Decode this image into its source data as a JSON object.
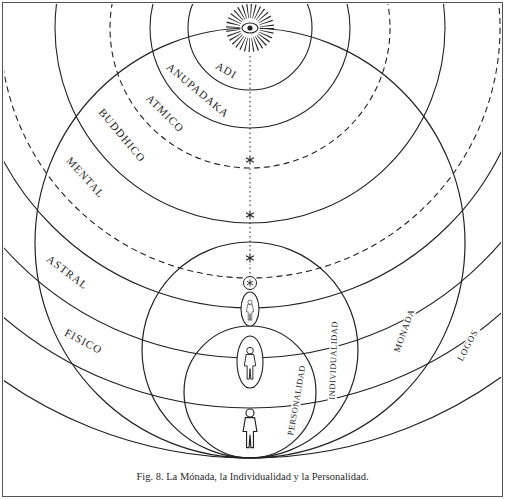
{
  "diagram": {
    "caption": "Fig. 8. La Mónada, la Individualidad y la Personalidad.",
    "labels": [
      "ADI",
      "ANUPADAKA",
      "ATMICO",
      "BUDDHICO",
      "MENTAL",
      "ASTRAL",
      "FISICO",
      "PERSONALIDAD",
      "INDIVIDUALIDAD",
      "MONADA",
      "LOGOS"
    ]
  }
}
